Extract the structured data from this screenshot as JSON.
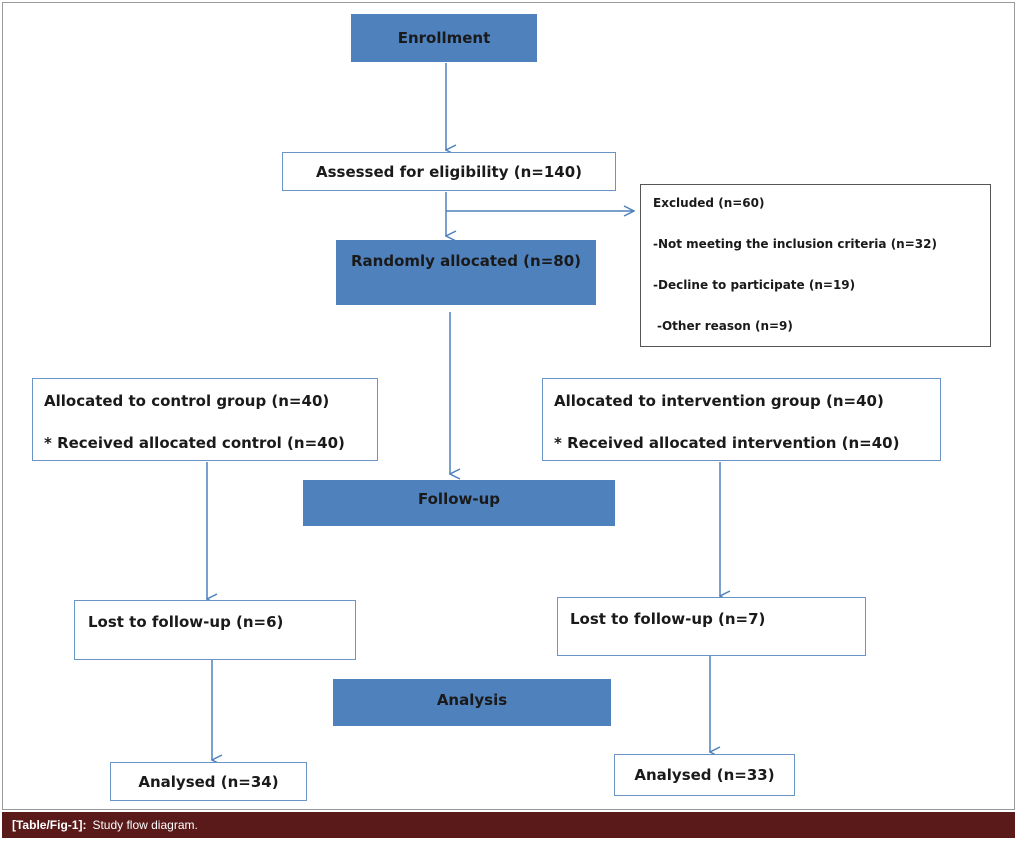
{
  "headers": {
    "enrollment": "Enrollment",
    "randomly_allocated": "Randomly allocated (n=80)",
    "follow_up": "Follow-up",
    "analysis": "Analysis"
  },
  "assessed": "Assessed for eligibility (n=140)",
  "excluded": {
    "title": "Excluded (n=60)",
    "items": [
      "-Not meeting the inclusion criteria (n=32)",
      "-Decline to participate (n=19)",
      "-Other reason (n=9)"
    ]
  },
  "control": {
    "allocated": "Allocated to control group (n=40)",
    "received": "* Received allocated control (n=40)",
    "lost": "Lost to follow-up (n=6)",
    "analysed": "Analysed (n=34)"
  },
  "intervention": {
    "allocated": "Allocated to intervention group (n=40)",
    "received": "* Received allocated intervention (n=40)",
    "lost": "Lost to follow-up (n=7)",
    "analysed": "Analysed (n=33)"
  },
  "caption": {
    "label": "[Table/Fig-1]:",
    "text": "Study flow diagram."
  },
  "colors": {
    "header_fill": "#4f81bd",
    "arrow": "#4f81bd",
    "caption_bar": "#5a1a1a"
  }
}
